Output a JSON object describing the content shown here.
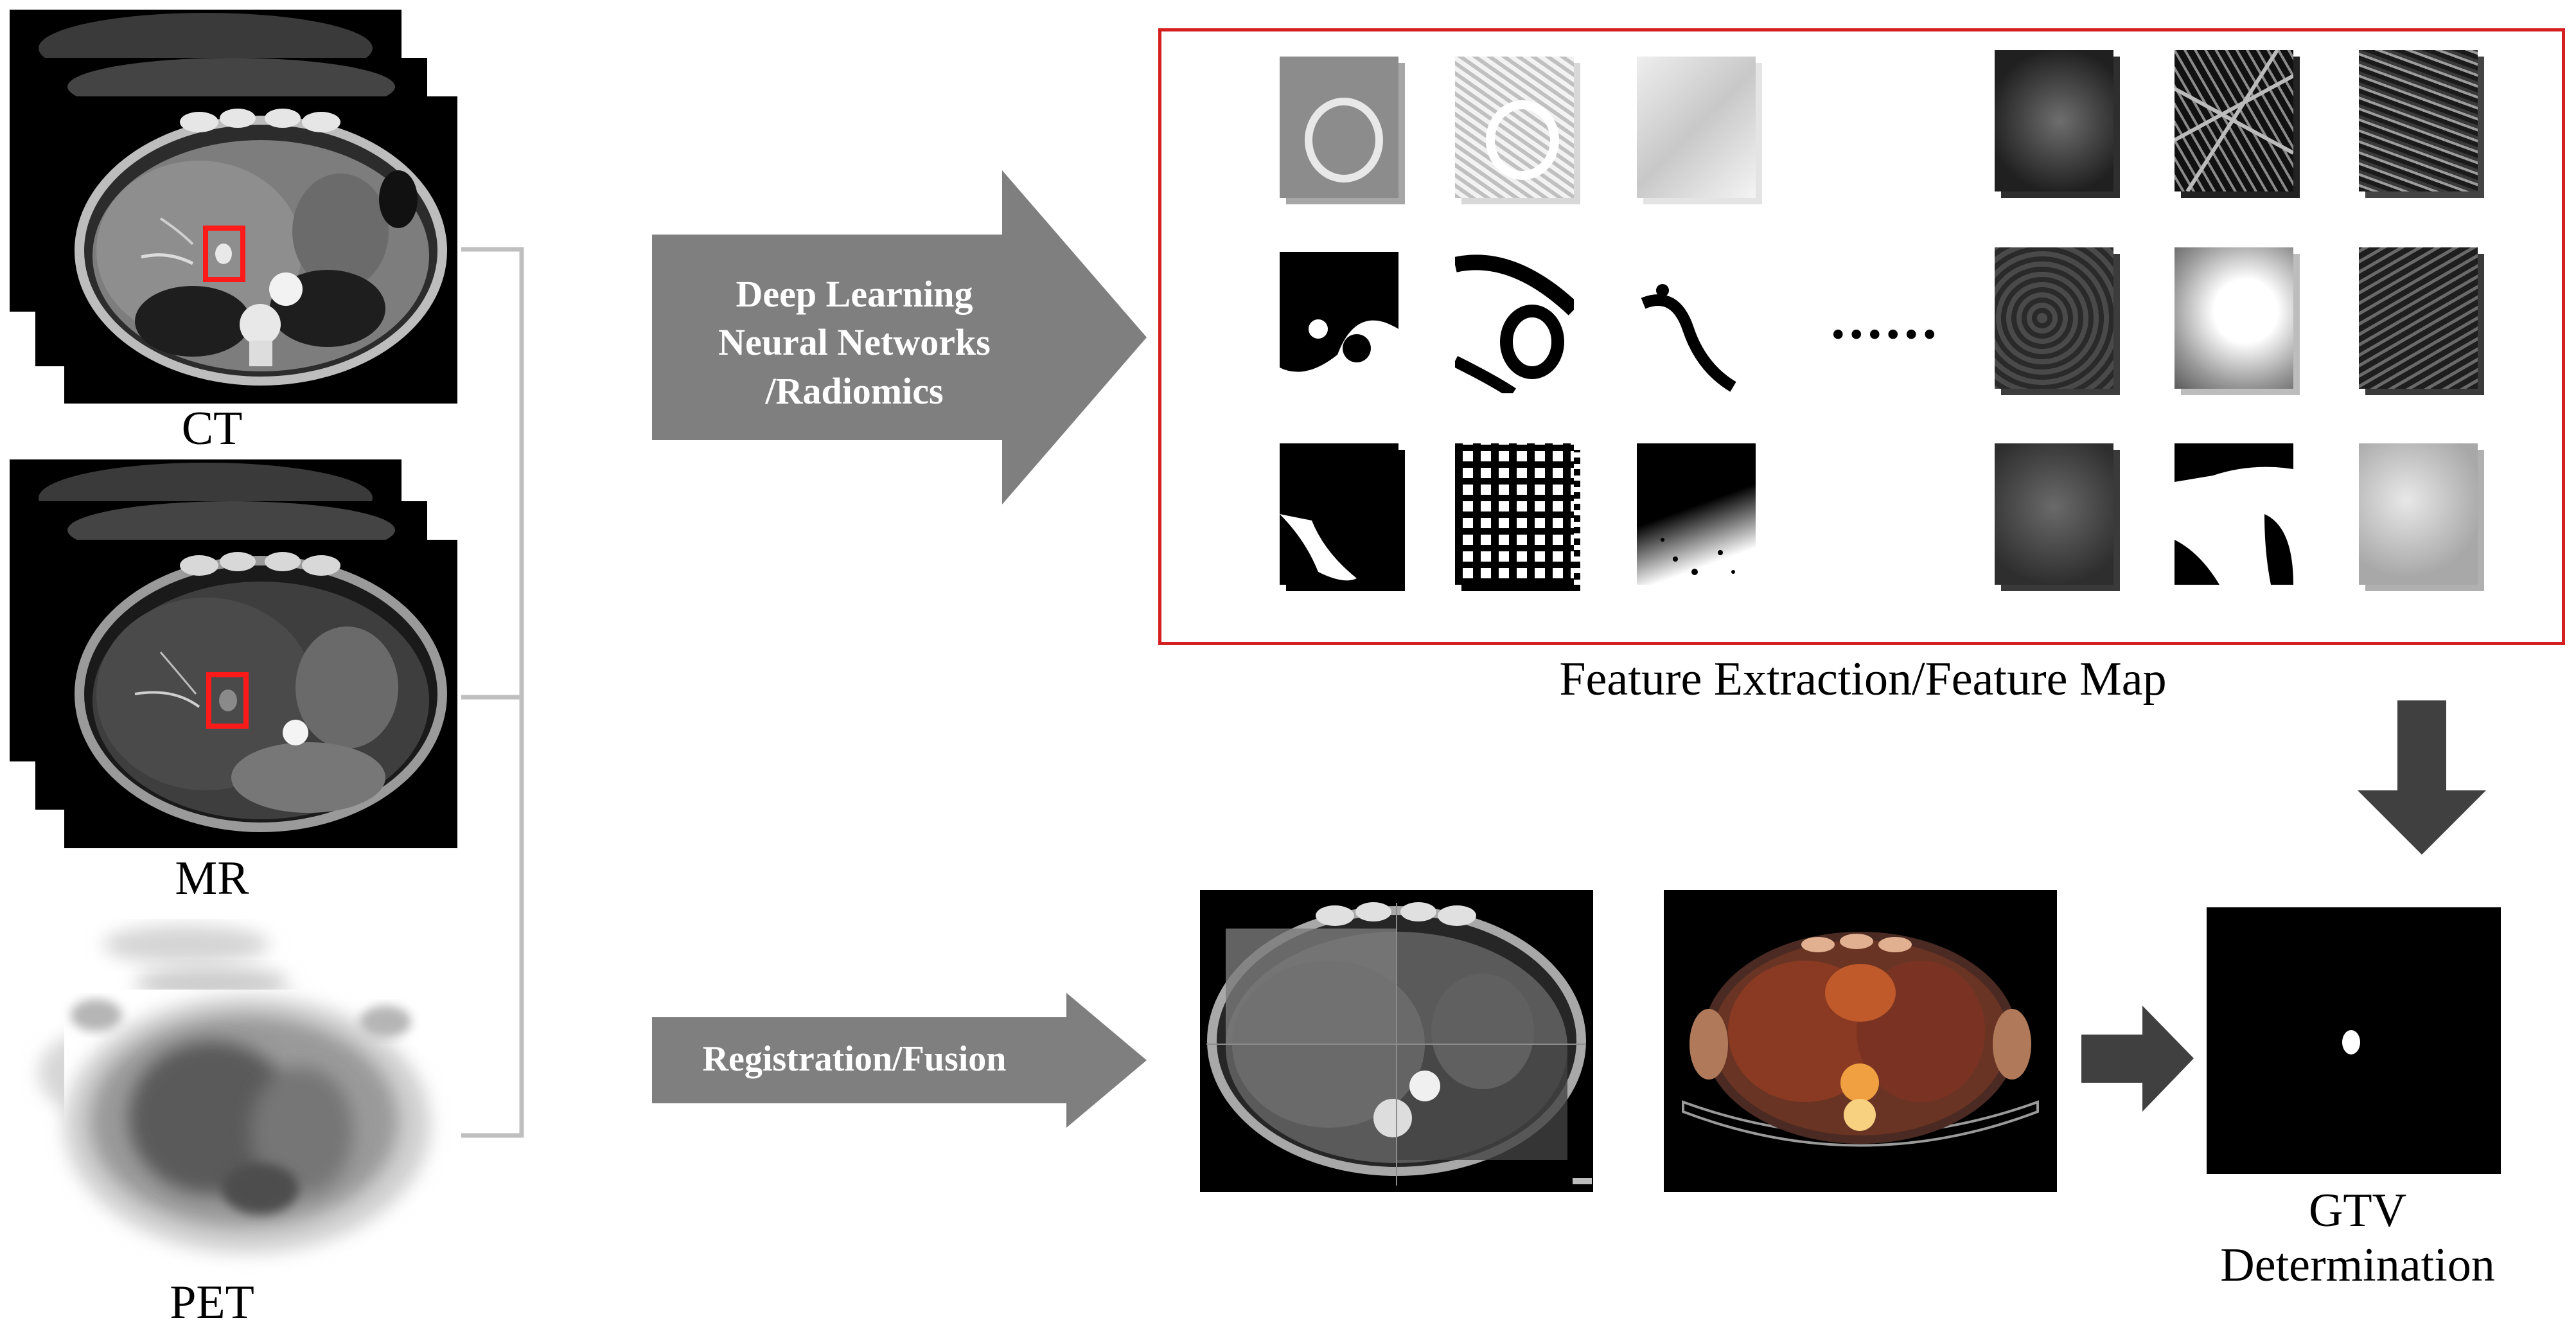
{
  "modalities": [
    {
      "id": "ct",
      "label": "CT"
    },
    {
      "id": "mr",
      "label": "MR"
    },
    {
      "id": "pet",
      "label": "PET"
    }
  ],
  "arrows": {
    "deep_learning": "Deep Learning\nNeural Networks\n/Radiomics",
    "registration": "Registration/Fusion"
  },
  "feature_panel": {
    "caption": "Feature Extraction/Feature Map",
    "ellipsis": "......"
  },
  "result": {
    "label": "GTV\nDetermination"
  },
  "colors": {
    "box_red": "#d42020",
    "arrow_gray": "#7f7f7f",
    "arrow_dark": "#404040",
    "connector_gray": "#bfbfbf"
  }
}
